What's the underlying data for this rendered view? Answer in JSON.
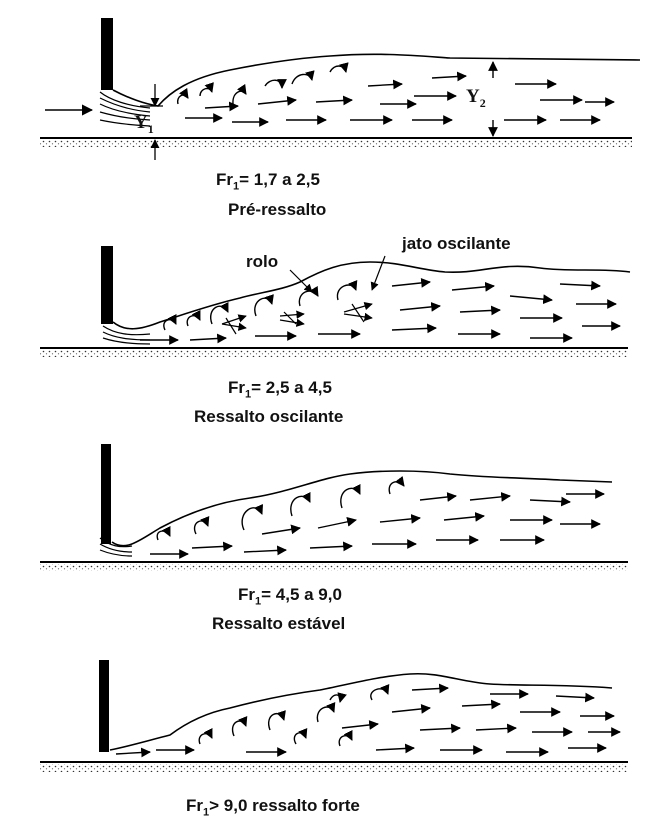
{
  "panels": [
    {
      "fr_prefix": "Fr",
      "fr_sub": "1",
      "fr_range": "= 1,7 a 2,5",
      "name": "Pré-ressalto",
      "y1_main": "Y",
      "y1_sub": "1",
      "y2_main": "Y",
      "y2_sub": "2"
    },
    {
      "fr_prefix": "Fr",
      "fr_sub": "1",
      "fr_range": "= 2,5 a 4,5",
      "name": "Ressalto oscilante",
      "label_roll": "rolo",
      "label_jet": "jato oscilante"
    },
    {
      "fr_prefix": "Fr",
      "fr_sub": "1",
      "fr_range": "= 4,5 a 9,0",
      "name": "Ressalto estável"
    },
    {
      "fr_prefix": "Fr",
      "fr_sub": "1",
      "fr_range": "> 9,0 ressalto forte",
      "name": ""
    }
  ]
}
